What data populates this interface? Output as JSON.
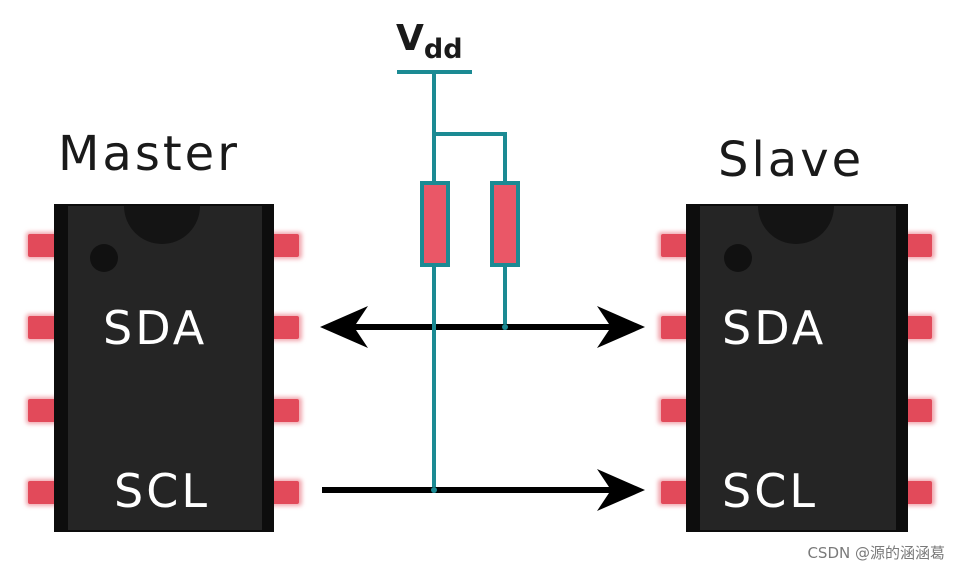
{
  "diagram": {
    "master": {
      "title": "Master",
      "pin_sda": "SDA",
      "pin_scl": "SCL"
    },
    "slave": {
      "title": "Slave",
      "pin_sda": "SDA",
      "pin_scl": "SCL"
    },
    "supply": {
      "symbol": "V",
      "subscript": "dd"
    },
    "watermark": "CSDN @源的涵涵葛",
    "colors": {
      "chip_body": "#1f1f1f",
      "chip_edge": "#0d0d0d",
      "pin": "#e24a5a",
      "pin_glow": "#f1a6ad",
      "wire_teal": "#1b8a93",
      "resistor": "#ea5767",
      "arrow": "#000000"
    }
  }
}
